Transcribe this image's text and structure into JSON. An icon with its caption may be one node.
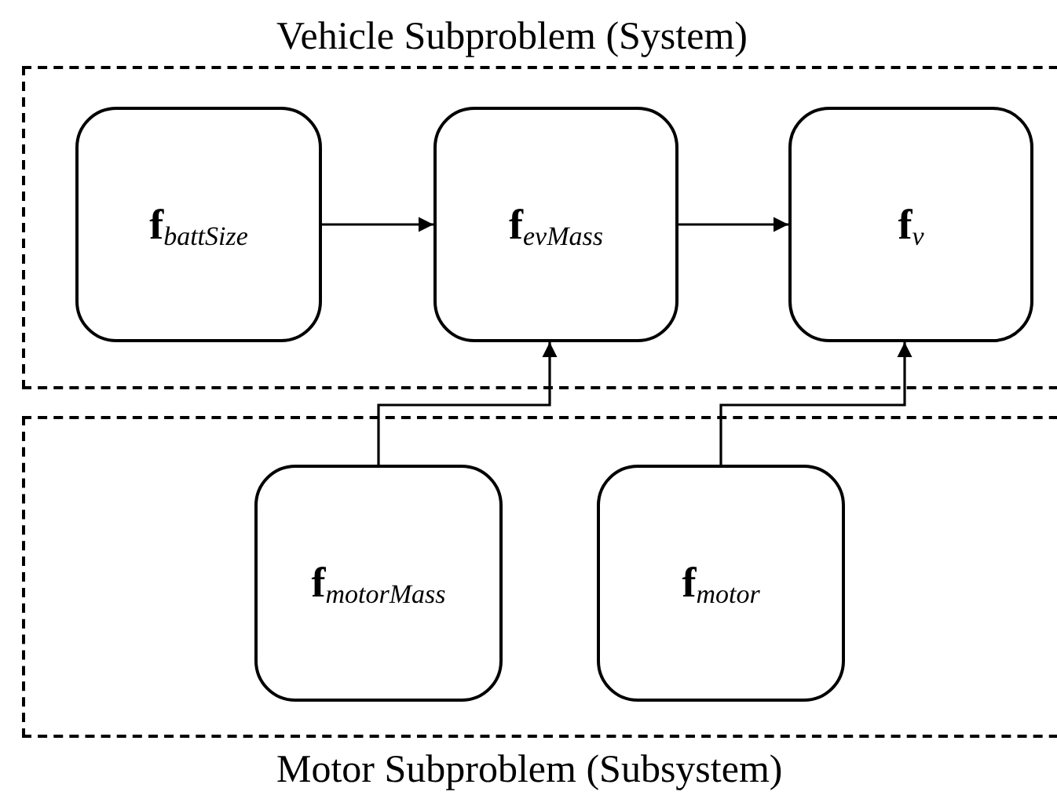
{
  "diagram": {
    "nodes": [
      {
        "text": [
          "Vehicle Subproblem (System)"
        ]
      },
      {
        "text": [
          "**f**$_{battSize}$"
        ],
        "in": 0
      },
      {
        "text": [
          "**f**$_{evMass}$"
        ],
        "in": 0
      },
      {
        "text": [
          "**f**$_{v}$"
        ],
        "in": 0
      },
      {
        "text": [
          "Motor Subproblem (Subsystem)"
        ]
      },
      {
        "text": [
          "**f**$_{motorMass}$"
        ],
        "in": 4
      },
      {
        "text": [
          "**f**$_{motor}$"
        ],
        "in": 4
      }
    ],
    "edges": [
      {
        "from": 1,
        "to": 2,
        "arrow": "to"
      },
      {
        "from": 2,
        "to": 3,
        "arrow": "to"
      },
      {
        "from": 5,
        "to": 2,
        "arrow": "to"
      },
      {
        "from": 6,
        "to": 3,
        "arrow": "to"
      }
    ]
  }
}
